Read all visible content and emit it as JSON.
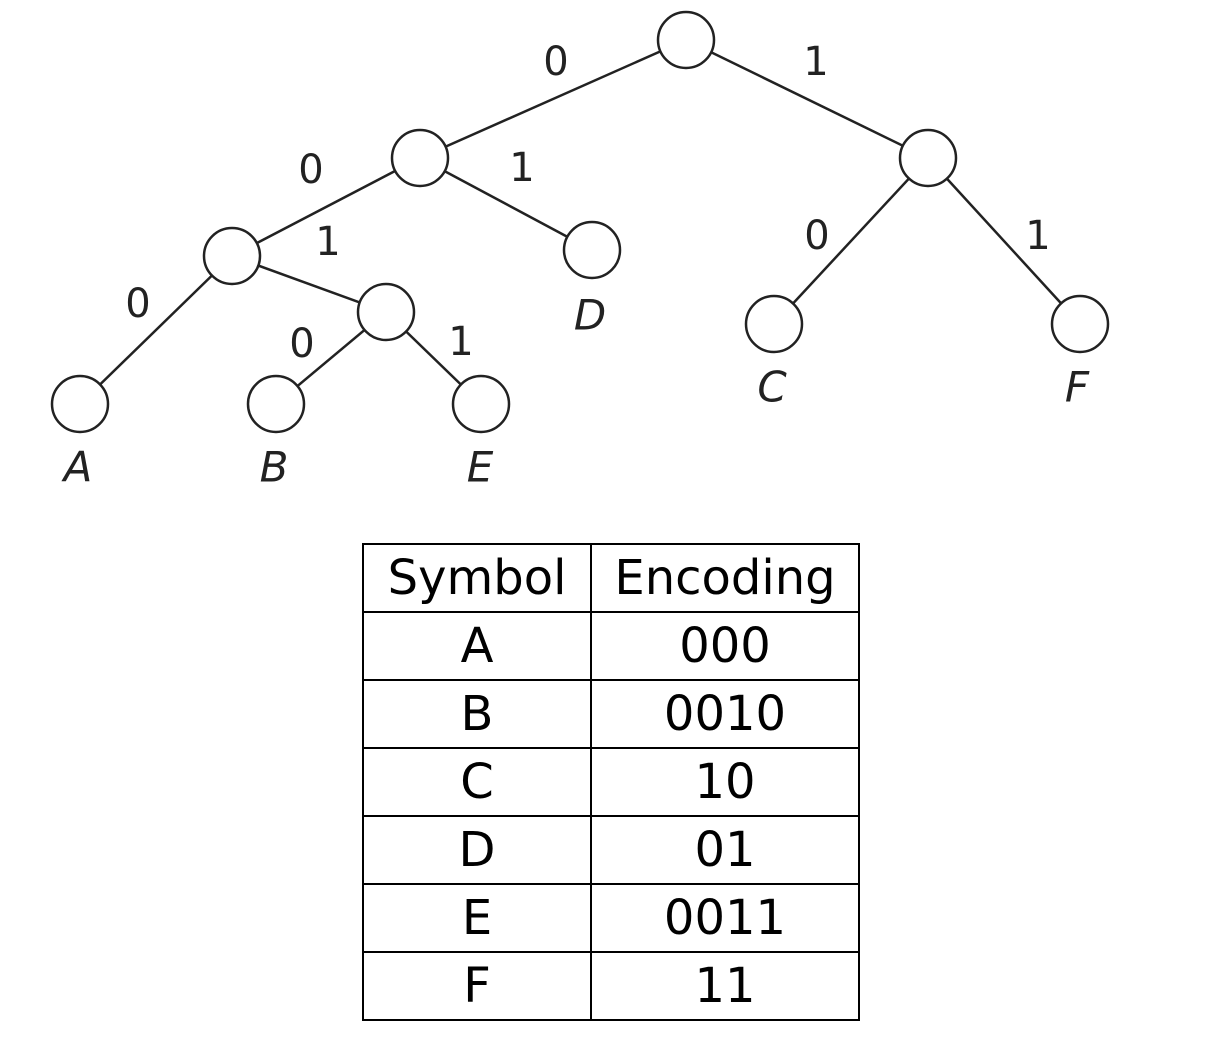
{
  "tree": {
    "edge_labels": {
      "root_left": "0",
      "root_right": "1",
      "n0_left": "0",
      "n0_right": "1",
      "n00_left": "0",
      "n00_right": "1",
      "n001_left": "0",
      "n001_right": "1",
      "n1_left": "0",
      "n1_right": "1"
    },
    "leaves": {
      "A": "A",
      "B": "B",
      "C": "C",
      "D": "D",
      "E": "E",
      "F": "F"
    }
  },
  "table": {
    "headers": [
      "Symbol",
      "Encoding"
    ],
    "rows": [
      {
        "symbol": "A",
        "encoding": "000"
      },
      {
        "symbol": "B",
        "encoding": "0010"
      },
      {
        "symbol": "C",
        "encoding": "10"
      },
      {
        "symbol": "D",
        "encoding": "01"
      },
      {
        "symbol": "E",
        "encoding": "0011"
      },
      {
        "symbol": "F",
        "encoding": "11"
      }
    ]
  }
}
